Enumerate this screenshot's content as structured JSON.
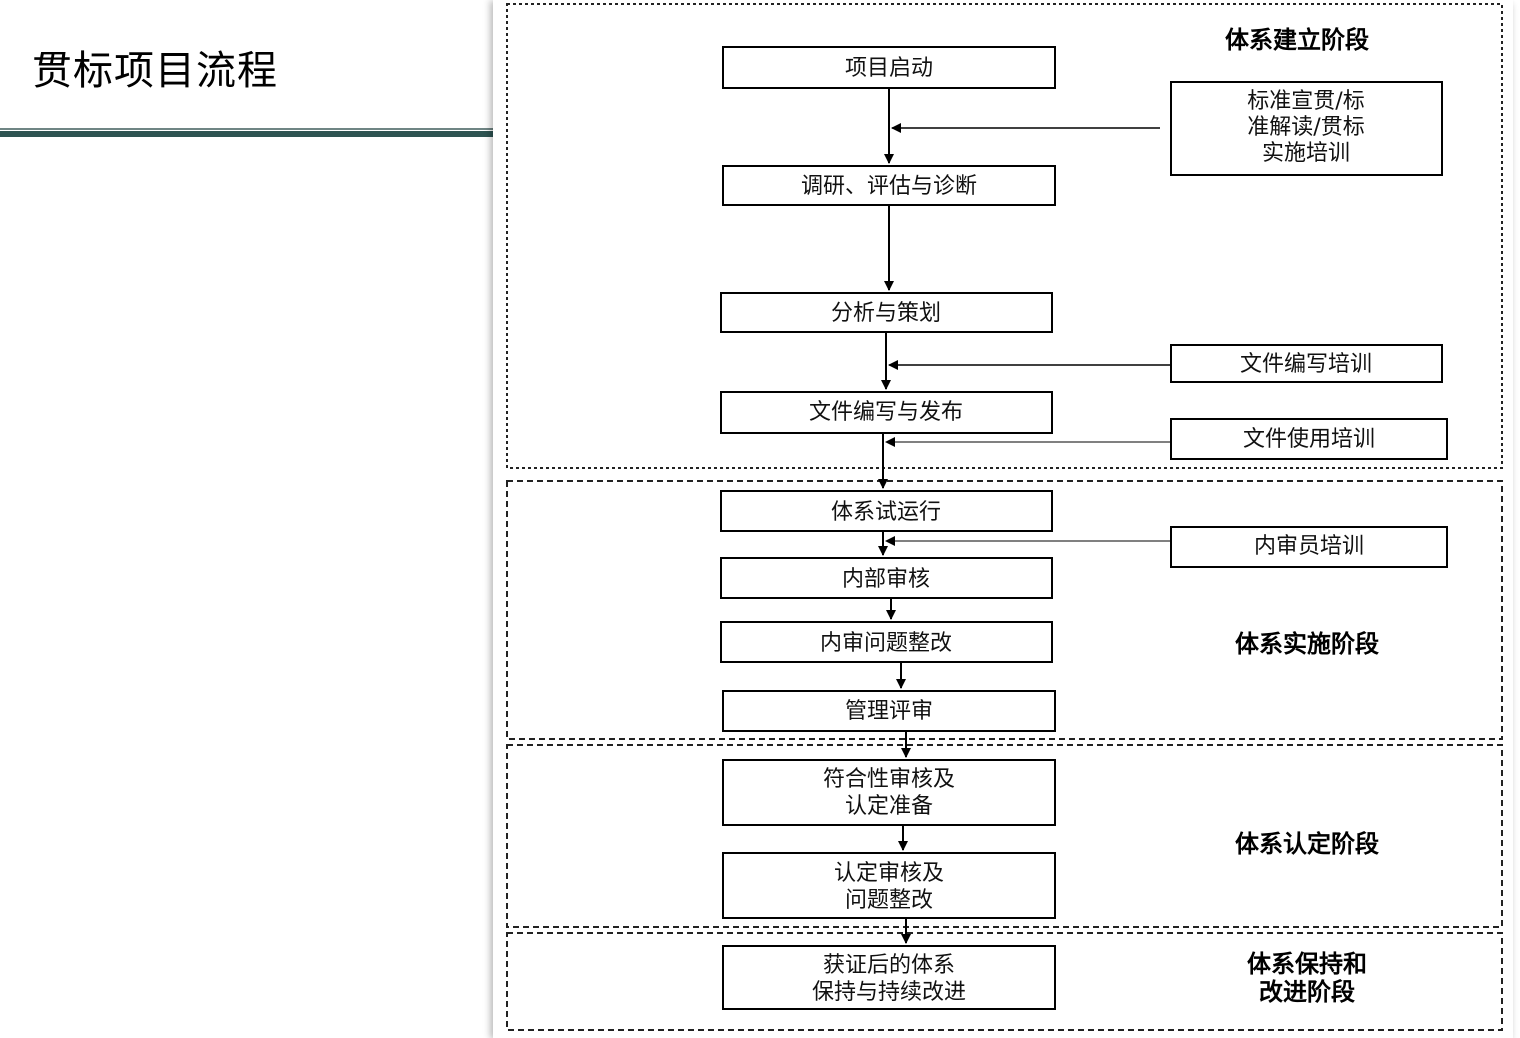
{
  "page_title": "贯标项目流程",
  "stages": {
    "establish": "体系建立阶段",
    "implement": "体系实施阶段",
    "certify": "体系认定阶段",
    "maintain_line1": "体系保持和",
    "maintain_line2": "改进阶段"
  },
  "steps": {
    "start": "项目启动",
    "research": "调研、评估与诊断",
    "plan": "分析与策划",
    "docs": "文件编写与发布",
    "trial": "体系试运行",
    "internal_audit": "内部审核",
    "rectify": "内审问题整改",
    "review": "管理评审",
    "conformity_line1": "符合性审核及",
    "conformity_line2": "认定准备",
    "cert_audit_line1": "认定审核及",
    "cert_audit_line2": "问题整改",
    "post_line1": "获证后的体系",
    "post_line2": "保持与持续改进"
  },
  "trainings": {
    "standards_line1": "标准宣贯/标",
    "standards_line2": "准解读/贯标",
    "standards_line3": "实施培训",
    "doc_writing": "文件编写培训",
    "doc_usage": "文件使用培训",
    "auditor": "内审员培训"
  }
}
